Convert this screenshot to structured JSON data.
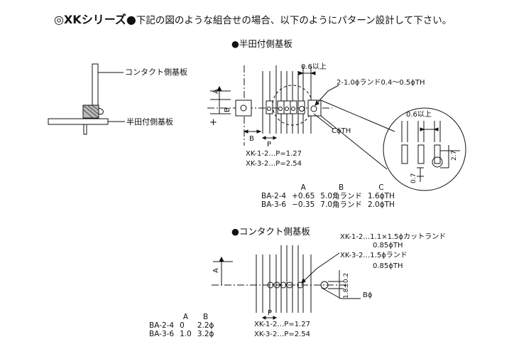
{
  "title": {
    "main": "◎XKシリーズ●",
    "sub": "下記の図のような組合せの場合、以下のようにパターン設計して下さい。"
  },
  "side_view": {
    "contact_board_label": "コンタクト側基板",
    "solder_board_label": "半田付側基板"
  },
  "solder_section": {
    "heading": "●半田付側基板",
    "dim_06": "0.6以上",
    "dim_06_zoom": "0.6以上",
    "land_note": "2-1.0ϕランド0.4〜0.5ϕTH",
    "c_th": "CϕTH",
    "dim_A": "A",
    "dim_B_vert": "B",
    "dim_B": "B",
    "dim_P": "P",
    "dim_27": "2.7",
    "dim_07": "0.7",
    "plus": "+",
    "pitch_1": "XK-1-2…P=1.27",
    "pitch_2": "XK-3-2…P=2.54",
    "table": {
      "headers": [
        "",
        "A",
        "B",
        "C"
      ],
      "rows": [
        [
          "BA-2-4",
          "+0.65",
          "5.0角ランド",
          "1.6ϕTH"
        ],
        [
          "BA-3-6",
          "−0.35",
          "7.0角ランド",
          "2.0ϕTH"
        ]
      ]
    }
  },
  "contact_section": {
    "heading": "●コンタクト側基板",
    "note_1a": "XK-1-2…1.1×1.5ϕカットランド",
    "note_1b": "0.85ϕTH",
    "note_2a": "XK-3-2…1.5ϕランド",
    "note_2b": "0.85ϕTH",
    "dim_A": "A",
    "dim_18": "1.8±0.2",
    "b_phi": "Bϕ",
    "dim_P": "P",
    "pitch_1": "XK-1-2…P=1.27",
    "pitch_2": "XK-3-2…P=2.54",
    "table": {
      "headers": [
        "",
        "A",
        "B"
      ],
      "rows": [
        [
          "BA-2-4",
          "0",
          "2.2ϕ"
        ],
        [
          "BA-3-6",
          "1.0",
          "3.2ϕ"
        ]
      ]
    }
  }
}
